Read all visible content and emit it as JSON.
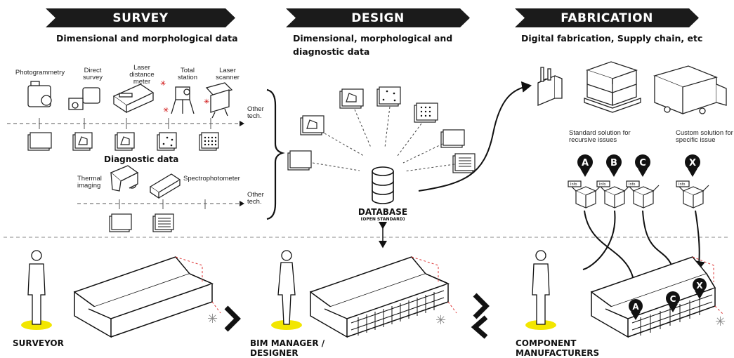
{
  "phases": [
    {
      "title": "SURVEY",
      "subtitle": "Dimensional and morphological data"
    },
    {
      "title": "DESIGN",
      "subtitle": "Dimensional, morphological and diagnostic data"
    },
    {
      "title": "FABRICATION",
      "subtitle": "Digital fabrication, Supply chain, etc"
    }
  ],
  "survey": {
    "tools": [
      "Photogrammetry",
      "Direct survey",
      "Laser distance meter",
      "Total station",
      "Laser scanner"
    ],
    "other_tech_1": "Other tech.",
    "diagnostic_title": "Diagnostic data",
    "diag_tools": [
      "Thermal imaging",
      "Spectrophotometer"
    ],
    "other_tech_2": "Other tech."
  },
  "database": {
    "title": "DATABASE",
    "subtitle": "(OPEN STANDARD)"
  },
  "fabrication": {
    "standard_label": "Standard solution for recursive issues",
    "custom_label": "Custom solution for specific issue",
    "markers": [
      "A",
      "B",
      "C",
      "X"
    ],
    "info_tag": "Info"
  },
  "roles": [
    "SURVEYOR",
    "BIM MANAGER / DESIGNER",
    "COMPONENT MANUFACTURERS"
  ],
  "building_markers": [
    "A",
    "C",
    "X"
  ]
}
